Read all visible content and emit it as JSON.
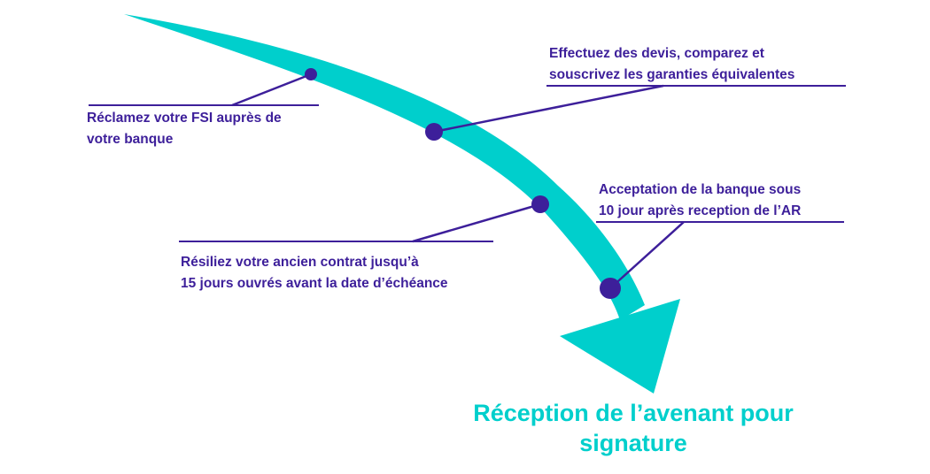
{
  "colors": {
    "arrow": "#00cfcc",
    "accent": "#3d1f9a"
  },
  "steps": [
    {
      "line1": "Réclamez votre FSI auprès de",
      "line2": "votre banque"
    },
    {
      "line1": "Effectuez des devis, comparez et",
      "line2": "souscrivez les garanties équivalentes"
    },
    {
      "line1": "Résiliez votre ancien contrat jusqu’à",
      "line2": "15 jours ouvrés avant la date d’échéance"
    },
    {
      "line1": "Acceptation de la banque sous",
      "line2": "10 jour après reception de l’AR"
    }
  ],
  "final": {
    "line1": "Réception de l’avenant pour",
    "line2": "signature"
  }
}
